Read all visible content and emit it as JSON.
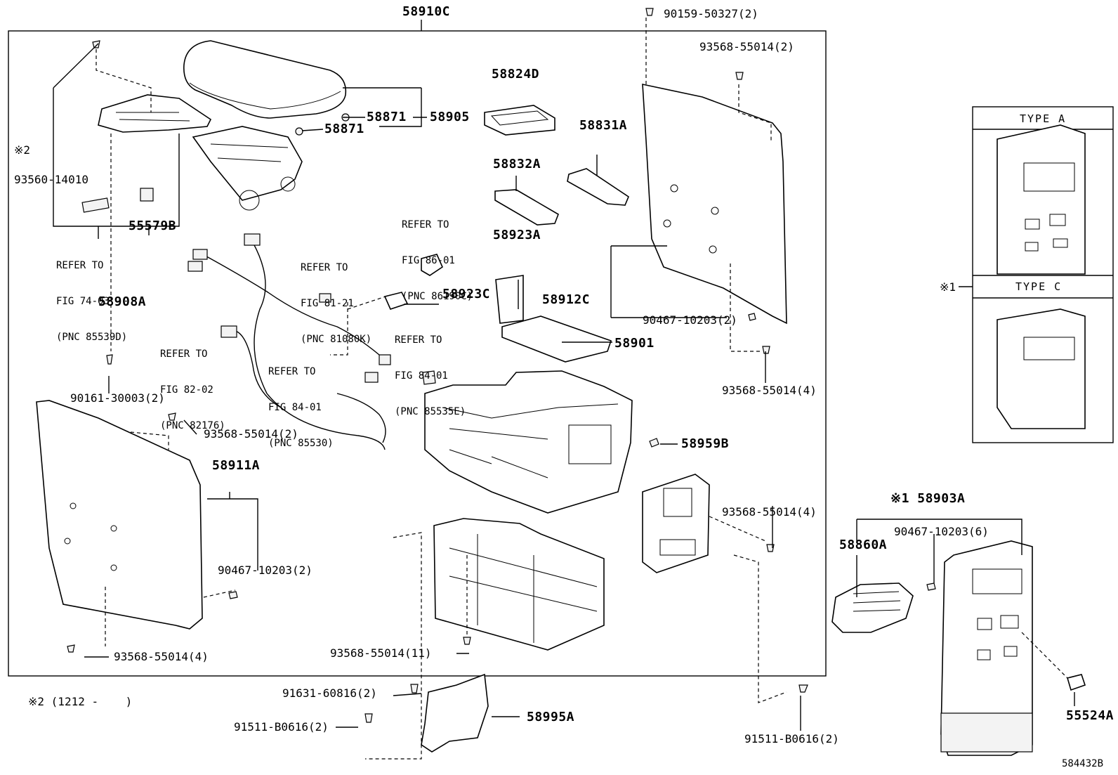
{
  "assembly": "58910C",
  "diagram_id": "584432B",
  "parts": {
    "p58824D": "58824D",
    "p58871a": "58871",
    "p58871b": "58871",
    "p58905": "58905",
    "p58832A": "58832A",
    "p58831A": "58831A",
    "p55579B": "55579B",
    "p58908A": "58908A",
    "p58923A": "58923A",
    "p58923C": "58923C",
    "p58912C": "58912C",
    "p58901": "58901",
    "p58959B": "58959B",
    "p58911A": "58911A",
    "p58995A": "58995A",
    "p58903A": "※1 58903A",
    "p58860A": "58860A",
    "p55524A": "55524A"
  },
  "fasteners": {
    "f1": "90159-50327(2)",
    "f2": "93568-55014(2)",
    "f3": "93560-14010",
    "f4": "90467-10203(2)",
    "f5": "93568-55014(4)",
    "f6": "90161-30003(2)",
    "f7": "93568-55014(2)",
    "f8": "90467-10203(2)",
    "f9": "93568-55014(4)",
    "f10": "93568-55014(4)",
    "f11": "93568-55014(11)",
    "f12": "91631-60816(2)",
    "f13": "91511-B0616(2)",
    "f14": "91511-B0616(2)",
    "f15": "90467-10203(6)"
  },
  "refs": {
    "r1": [
      "REFER TO",
      "FIG 74-03",
      "(PNC 85539D)"
    ],
    "r2": [
      "REFER TO",
      "FIG 86-01",
      "(PNC 86190C)"
    ],
    "r3": [
      "REFER TO",
      "FIG 81-21",
      "(PNC 81080K)"
    ],
    "r4": [
      "REFER TO",
      "FIG 84-01",
      "(PNC 85535E)"
    ],
    "r5": [
      "REFER TO",
      "FIG 82-02",
      "(PNC 82176)"
    ],
    "r6": [
      "REFER TO",
      "FIG 84-01",
      "(PNC 85530)"
    ]
  },
  "notes": {
    "mark2": "※2",
    "mark1": "※1",
    "footnote": "※2 (1212 -    )"
  },
  "insets": {
    "type_a": "TYPE A",
    "type_c": "TYPE C"
  }
}
